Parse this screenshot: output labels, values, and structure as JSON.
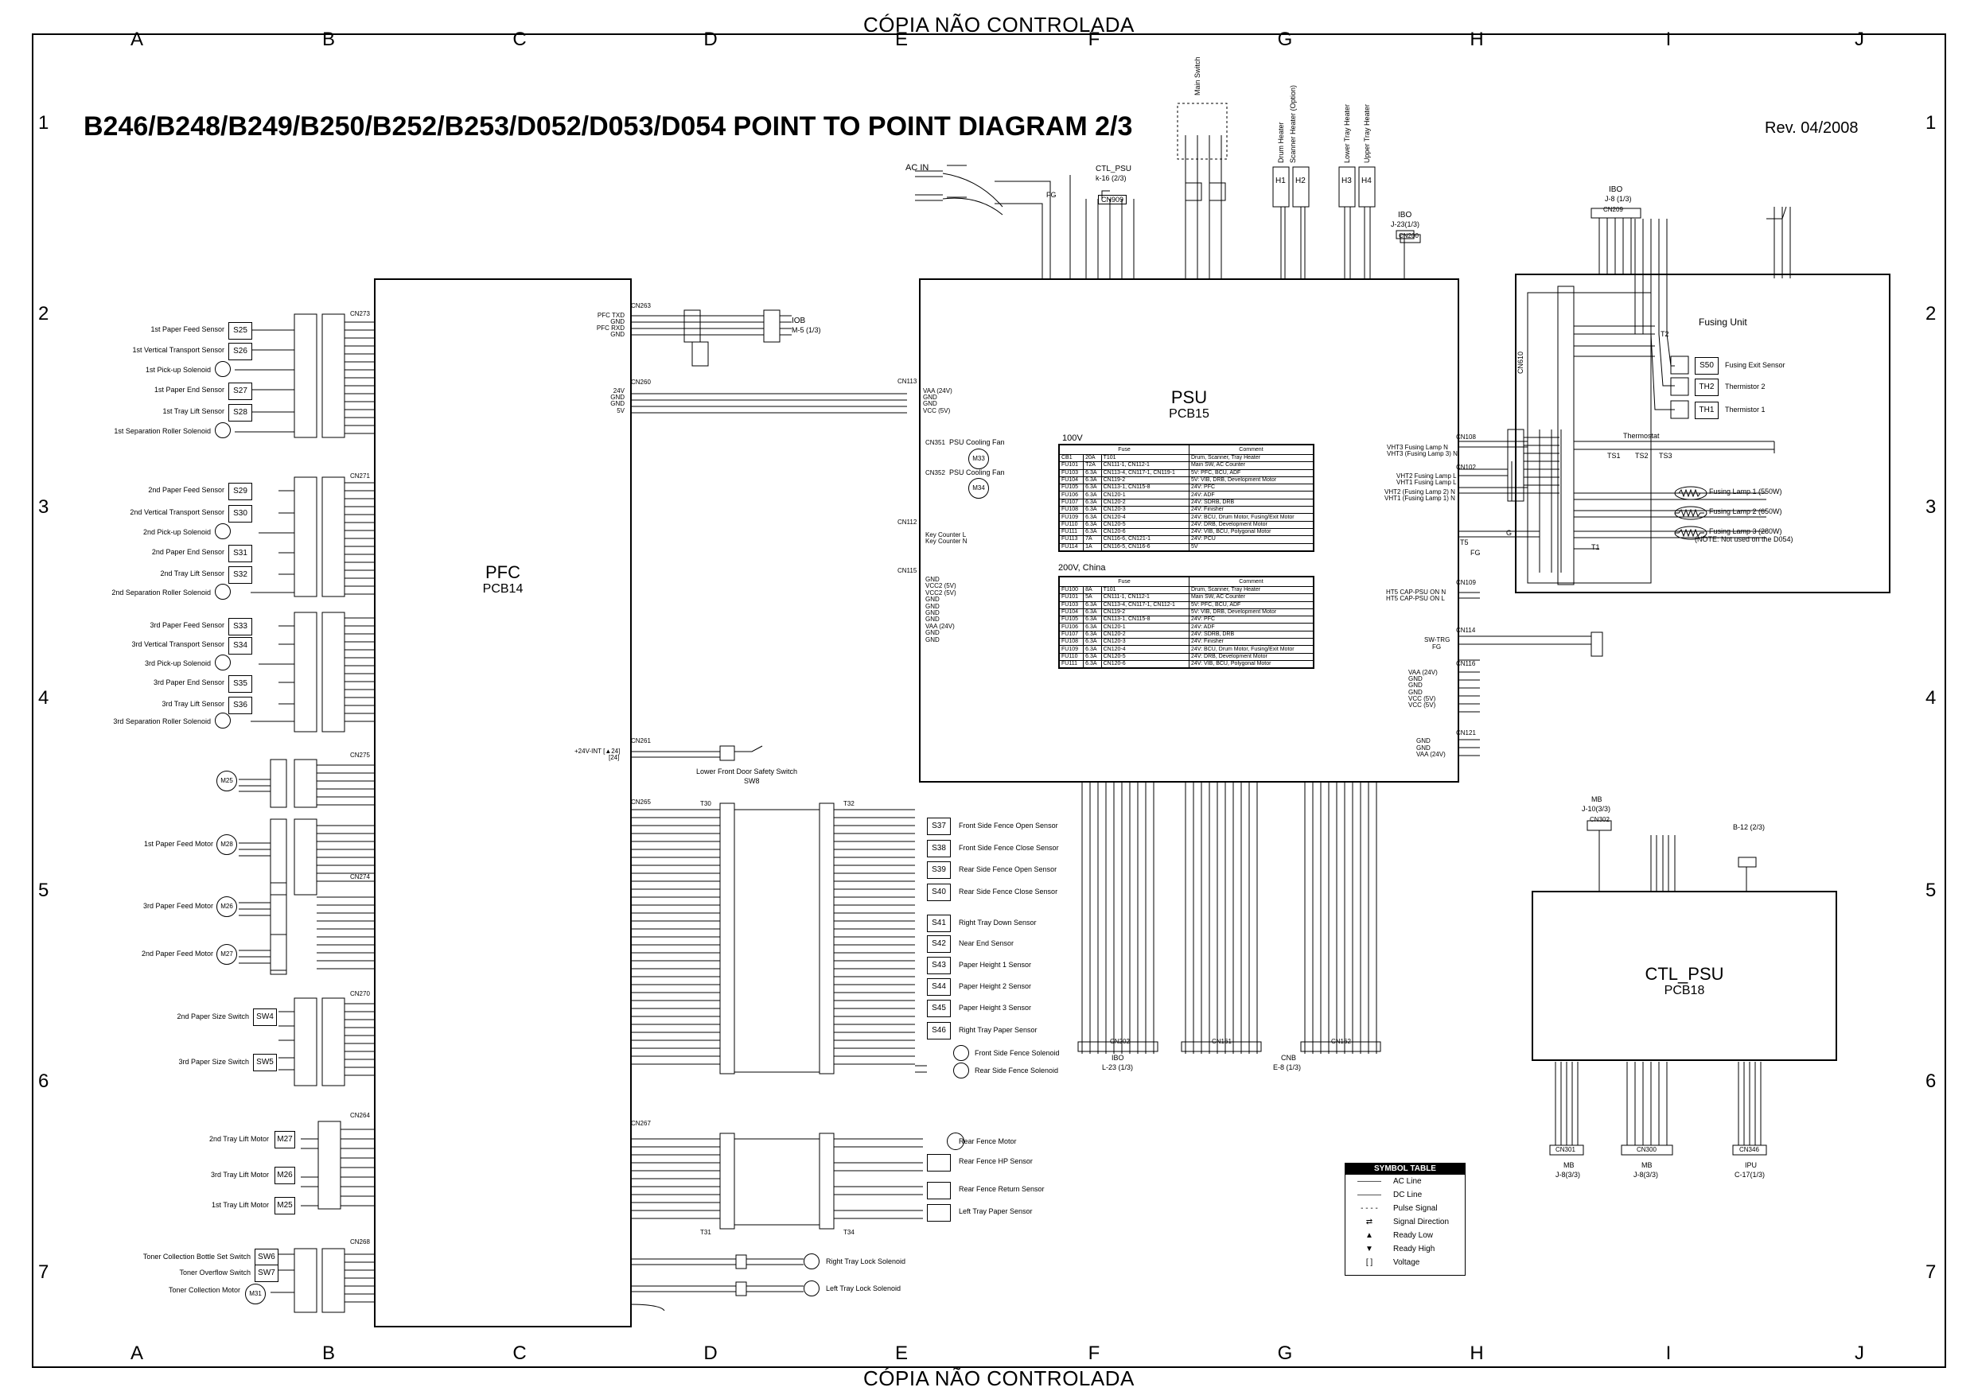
{
  "watermark_top": "CÓPIA NÃO CONTROLADA",
  "watermark_bottom": "CÓPIA NÃO CONTROLADA",
  "title": "B246/B248/B249/B250/B252/B253/D052/D053/D054 POINT TO POINT DIAGRAM 2/3",
  "revision": "Rev. 04/2008",
  "columns": [
    "A",
    "B",
    "C",
    "D",
    "E",
    "F",
    "G",
    "H",
    "I",
    "J"
  ],
  "rows": [
    "1",
    "2",
    "3",
    "4",
    "5",
    "6",
    "7"
  ],
  "blocks": {
    "pfc": {
      "name": "PFC",
      "sub": "PCB14"
    },
    "psu": {
      "name": "PSU",
      "sub": "PCB15"
    },
    "ctl_psu": {
      "name": "CTL_PSU",
      "sub": "PCB18"
    }
  },
  "top_labels": {
    "ac_in": "AC IN",
    "fg": "FG",
    "ctl_psu_ref": "CTL_PSU",
    "ctl_psu_ref2": "k-16 (2/3)",
    "cn909": "CN909",
    "main_switch": "Main Switch",
    "drum_heater": "Drum Heater",
    "scanner_heater": "Scanner Heater (Option)",
    "lower_tray_heater": "Lower Tray Heater",
    "upper_tray_heater": "Upper Tray Heater",
    "h1": "H1",
    "h2": "H2",
    "h3": "H3",
    "h4": "H4",
    "ibo": "IBO",
    "ibo_ref": "J-23(1/3)",
    "cn200": "CN200",
    "ibo2": "IBO",
    "ibo2_ref": "J-8 (1/3)",
    "cn209": "CN209",
    "iob": "IOB",
    "iob_ref": "M-5 (1/3)"
  },
  "fusing": {
    "title": "Fusing Unit",
    "t2": "T2",
    "s50": "S50",
    "s50_label": "Fusing Exit Sensor",
    "th2": "TH2",
    "th2_label": "Thermistor 2",
    "th1": "TH1",
    "th1_label": "Thermistor 1",
    "thermostat": "Thermostat",
    "ts1": "TS1",
    "ts2": "TS2",
    "ts3": "TS3",
    "lamp1": "Fusing Lamp 1 (550W)",
    "lamp2": "Fusing Lamp 2 (650W)",
    "lamp3": "Fusing Lamp 3 (280W)",
    "note": "(NOTE: Not used on the D054)",
    "t1": "T1",
    "t5": "T5",
    "fg": "FG",
    "cn610": "CN610",
    "g": "G"
  },
  "psu_right": {
    "cn108": "CN108",
    "vht3n": "VHT3 Fusing Lamp N",
    "vht3l": "VHT3 (Fusing Lamp 3) N",
    "cn102": "CN102",
    "vht2": "VHT2 Fusing Lamp L",
    "vht1": "VHT1 Fusing Lamp L",
    "vht2n": "VHT2 (Fusing Lamp 2) N",
    "vht1n": "VHT1 (Fusing Lamp 1) N",
    "cn109": "CN109",
    "ht5n": "HT5 CAP-PSU ON N",
    "ht5l": "HT5 CAP-PSU ON L",
    "cn114": "CN114",
    "swtrg": "SW-TRG",
    "fg2": "FG",
    "cn116": "CN116",
    "cn116_pins": [
      "VAA (24V)",
      "GND",
      "GND",
      "GND",
      "VCC (5V)",
      "VCC (5V)"
    ],
    "cn121": "CN121",
    "cn121_pins": [
      "GND",
      "GND",
      "VAA (24V)"
    ]
  },
  "psu_left": {
    "cn113": "CN113",
    "cn113_pins": [
      "VAA (24V)",
      "GND",
      "GND",
      "VCC (5V)"
    ],
    "cn351": "CN351",
    "fan1": "PSU Cooling Fan",
    "m33": "M33",
    "cn352": "CN352",
    "fan2": "PSU Cooling Fan",
    "m34": "M34",
    "cn112": "CN112",
    "key_l": "Key Counter L",
    "key_n": "Key Counter N",
    "cn115": "CN115",
    "cn115_pins": [
      "GND",
      "VCC2 (5V)",
      "VCC2 (5V)",
      "GND",
      "GND",
      "GND",
      "GND",
      "VAA (24V)",
      "GND",
      "GND"
    ]
  },
  "fuse_100v": {
    "title": "100V",
    "headers": [
      "Fuse",
      "",
      "Comment"
    ],
    "rows": [
      [
        "CB1",
        "20A",
        "T101",
        "Drum, Scanner, Tray Heater"
      ],
      [
        "FU101",
        "T2A",
        "CN111-1, CN112-1",
        "Main SW, AC Counter"
      ],
      [
        "FU103",
        "6.3A",
        "CN113-4, CN117-1, CN119-1",
        "5V: PFC, BCU, ADF"
      ],
      [
        "FU104",
        "6.3A",
        "CN119-2",
        "5V: VIB, DRB, Development Motor"
      ],
      [
        "FU105",
        "6.3A",
        "CN113-1, CN115-8",
        "24V: PFC"
      ],
      [
        "FU106",
        "6.3A",
        "CN120-1",
        "24V: ADF"
      ],
      [
        "FU107",
        "6.3A",
        "CN120-2",
        "24V: SDRB, DRB"
      ],
      [
        "FU108",
        "6.3A",
        "CN120-3",
        "24V: Finisher"
      ],
      [
        "FU109",
        "6.3A",
        "CN120-4",
        "24V: BCU, Drum Motor, Fusing/Exit Motor"
      ],
      [
        "FU110",
        "6.3A",
        "CN120-5",
        "24V: DRB, Development Motor"
      ],
      [
        "FU111",
        "6.3A",
        "CN120-6",
        "24V: VIB, BCU, Polygonal Motor"
      ],
      [
        "FU113",
        "7A",
        "CN116-6, CN121-1",
        "24V: PCU"
      ],
      [
        "FU114",
        "1A",
        "CN116-5, CN116-6",
        "5V"
      ]
    ]
  },
  "fuse_200v": {
    "title": "200V, China",
    "headers": [
      "Fuse",
      "",
      "Comment"
    ],
    "rows": [
      [
        "FU100",
        "8A",
        "T101",
        "Drum, Scanner, Tray Heater"
      ],
      [
        "FU101",
        "5A",
        "CN111-1, CN112-1",
        "Main SW, AC Counter"
      ],
      [
        "FU103",
        "6.3A",
        "CN113-4, CN117-1, CN112-1",
        "5V: PFC, BCU, ADF"
      ],
      [
        "FU104",
        "6.3A",
        "CN119-2",
        "5V: VIB, DRB, Development Motor"
      ],
      [
        "FU105",
        "6.3A",
        "CN113-1, CN115-8",
        "24V: PFC"
      ],
      [
        "FU106",
        "6.3A",
        "CN120-1",
        "24V: ADF"
      ],
      [
        "FU107",
        "6.3A",
        "CN120-2",
        "24V: SDRB, DRB"
      ],
      [
        "FU108",
        "6.3A",
        "CN120-3",
        "24V: Finisher"
      ],
      [
        "FU109",
        "6.3A",
        "CN120-4",
        "24V: BCU, Drum Motor, Fusing/Exit Motor"
      ],
      [
        "FU110",
        "6.3A",
        "CN120-5",
        "24V: DRB, Development Motor"
      ],
      [
        "FU111",
        "6.3A",
        "CN120-6",
        "24V: VIB, BCU, Polygonal Motor"
      ]
    ]
  },
  "left_sensors": [
    {
      "label": "1st Paper Feed Sensor",
      "id": "S25"
    },
    {
      "label": "1st Vertical Transport Sensor",
      "id": "S26"
    },
    {
      "label": "1st Pick-up Solenoid",
      "id": "SOL"
    },
    {
      "label": "1st Paper End Sensor",
      "id": "S27"
    },
    {
      "label": "1st Tray Lift Sensor",
      "id": "S28"
    },
    {
      "label": "1st Separation Roller Solenoid",
      "id": "SOL"
    },
    {
      "label": "2nd Paper Feed Sensor",
      "id": "S29"
    },
    {
      "label": "2nd Vertical Transport Sensor",
      "id": "S30"
    },
    {
      "label": "2nd Pick-up Solenoid",
      "id": "SOL"
    },
    {
      "label": "2nd Paper End Sensor",
      "id": "S31"
    },
    {
      "label": "2nd Tray Lift Sensor",
      "id": "S32"
    },
    {
      "label": "2nd Separation Roller Solenoid",
      "id": "SOL"
    },
    {
      "label": "3rd Paper Feed Sensor",
      "id": "S33"
    },
    {
      "label": "3rd Vertical Transport Sensor",
      "id": "S34"
    },
    {
      "label": "3rd Pick-up Solenoid",
      "id": "SOL"
    },
    {
      "label": "3rd Paper End Sensor",
      "id": "S35"
    },
    {
      "label": "3rd Tray Lift Sensor",
      "id": "S36"
    },
    {
      "label": "3rd Separation Roller Solenoid",
      "id": "SOL"
    }
  ],
  "left_motors": [
    {
      "label": "",
      "id": "M25"
    },
    {
      "label": "1st Paper Feed Motor",
      "id": "M28"
    },
    {
      "label": "3rd Paper Feed Motor",
      "id": "M26"
    },
    {
      "label": "2nd Paper Feed Motor",
      "id": "M27"
    }
  ],
  "size_switches": [
    {
      "label": "2nd Paper Size Switch",
      "id": "SW4"
    },
    {
      "label": "3rd Paper Size Switch",
      "id": "SW5"
    }
  ],
  "lift_motors": [
    {
      "label": "2nd Tray Lift Motor",
      "id": "M27"
    },
    {
      "label": "3rd Tray Lift Motor",
      "id": "M26"
    },
    {
      "label": "1st Tray Lift Motor",
      "id": "M25"
    }
  ],
  "toner": [
    {
      "label": "Toner Collection Bottle Set Switch",
      "id": "SW6"
    },
    {
      "label": "Toner Overflow Switch",
      "id": "SW7"
    },
    {
      "label": "Toner Collection Motor",
      "id": "M31"
    }
  ],
  "pfc_connectors": {
    "cn273": "CN273",
    "cn271": "CN271",
    "cn275": "CN275",
    "cn274": "CN274",
    "cn270": "CN270",
    "cn264": "CN264",
    "cn268": "CN268",
    "cn263": "CN263",
    "cn260": "CN260",
    "cn261": "CN261",
    "cn265": "CN265",
    "cn267": "CN267"
  },
  "cn263_pins": [
    "PFC TXD",
    "GND",
    "PFC RXD",
    "GND"
  ],
  "cn260_pins": [
    "24V",
    "GND",
    "GND",
    "5V"
  ],
  "cn261": {
    "pin1": "+24V-INT [▲24]",
    "pin2": "[24]",
    "switch": "Lower Front Door Safety Switch",
    "id": "SW8"
  },
  "right_side": [
    {
      "label": "Front Side Fence Open Sensor",
      "id": "S37"
    },
    {
      "label": "Front Side Fence Close Sensor",
      "id": "S38"
    },
    {
      "label": "Rear Side Fence Open Sensor",
      "id": "S39"
    },
    {
      "label": "Rear Side Fence Close Sensor",
      "id": "S40"
    },
    {
      "label": "Right Tray Down Sensor",
      "id": "S41"
    },
    {
      "label": "Near End Sensor",
      "id": "S42"
    },
    {
      "label": "Paper Height 1 Sensor",
      "id": "S43"
    },
    {
      "label": "Paper Height 2 Sensor",
      "id": "S44"
    },
    {
      "label": "Paper Height 3 Sensor",
      "id": "S45"
    },
    {
      "label": "Right Tray Paper Sensor",
      "id": "S46"
    },
    {
      "label": "Front Side Fence Solenoid",
      "id": "SOL"
    },
    {
      "label": "Rear Side Fence Solenoid",
      "id": "SOL"
    }
  ],
  "left_tray": [
    {
      "label": "Rear Fence Motor",
      "id": "M"
    },
    {
      "label": "Rear Fence HP Sensor",
      "id": ""
    },
    {
      "label": "Rear Fence Return Sensor",
      "id": ""
    },
    {
      "label": "Left Tray Paper Sensor",
      "id": ""
    }
  ],
  "lock_solenoids": [
    {
      "label": "Right Tray Lock Solenoid"
    },
    {
      "label": "Left Tray Lock Solenoid"
    }
  ],
  "t_labels": {
    "t30": "T30",
    "t32": "T32",
    "t31": "T31",
    "t34": "T34"
  },
  "bottom_refs": {
    "ibo": "IBO",
    "ibo_ref": "L-23 (1/3)",
    "cn202": "CN202",
    "cnb": "CNB",
    "cnb_ref": "E-8 (1/3)",
    "cn161": "CN161",
    "cn162": "CN162",
    "mb1": "MB",
    "mb1_ref": "J-10(3/3)",
    "cn302": "CN302",
    "b12": "B-12 (2/3)",
    "mb2": "MB",
    "mb2_ref": "J-8(3/3)",
    "mb3": "MB",
    "mb3_ref": "J-8(3/3)",
    "ipu": "IPU",
    "ipu_ref": "C-17(1/3)",
    "cn301": "CN301",
    "cn300": "CN300",
    "cn346": "CN346"
  },
  "symbol_table": {
    "title": "SYMBOL TABLE",
    "rows": [
      {
        "glyph": "———",
        "label": "AC Line"
      },
      {
        "glyph": "———",
        "label": "DC Line"
      },
      {
        "glyph": "- - - -",
        "label": "Pulse Signal"
      },
      {
        "glyph": "⇄",
        "label": "Signal Direction"
      },
      {
        "glyph": "▲",
        "label": "Ready Low"
      },
      {
        "glyph": "▼",
        "label": "Ready High"
      },
      {
        "glyph": "[ ]",
        "label": "Voltage"
      }
    ]
  }
}
